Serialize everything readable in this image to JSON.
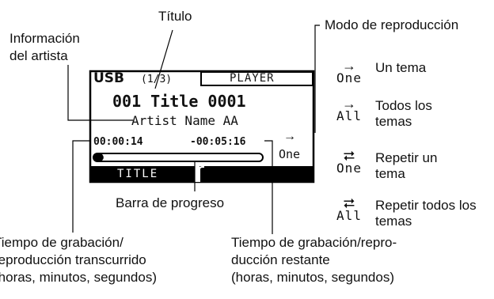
{
  "callouts": {
    "titulo": "Título",
    "artista": [
      "Información",
      "del artista"
    ],
    "modo": "Modo de reproducción",
    "barra": "Barra de progreso",
    "transcurrido": [
      "Tiempo de grabación/",
      "reproducción transcurrido",
      "(horas, minutos, segundos)"
    ],
    "restante": [
      "Tiempo de grabación/repro-",
      "ducción restante",
      "(horas, minutos, segundos)"
    ]
  },
  "lcd": {
    "source": "USB",
    "track_index": "(1/3)",
    "player_tab": "PLAYER",
    "title": "001 Title 0001",
    "artist": "Artist Name AA",
    "elapsed": "00:00:14",
    "remaining": "-00:05:16",
    "mode_arrow": "→",
    "mode_label": "One",
    "softkey_left": "TITLE",
    "progress": 0.06
  },
  "modes": [
    {
      "icon": "arrow-right-icon",
      "symbol": "→",
      "code": "One",
      "desc": "Un tema"
    },
    {
      "icon": "arrow-right-icon",
      "symbol": "→",
      "code": "All",
      "desc": "Todos los temas"
    },
    {
      "icon": "repeat-icon",
      "symbol": "⮂",
      "code": "One",
      "desc": "Repetir un tema"
    },
    {
      "icon": "repeat-icon",
      "symbol": "⮂",
      "code": "All",
      "desc": "Repetir todos los temas"
    }
  ]
}
